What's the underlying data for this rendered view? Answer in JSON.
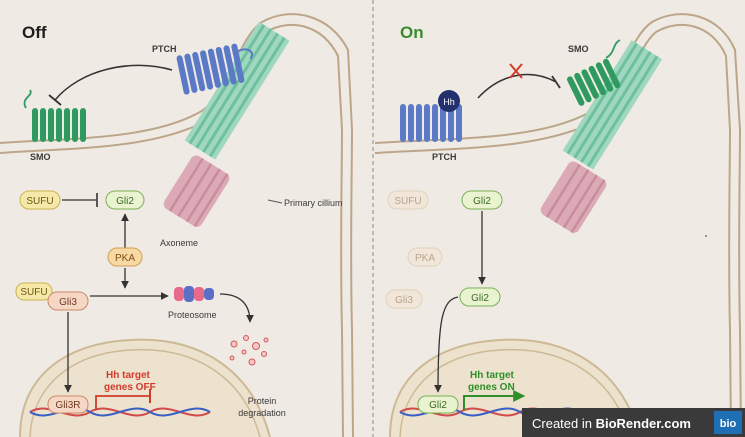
{
  "off_panel": {
    "title": "Off",
    "ptch": "PTCH",
    "smo": "SMO",
    "sufu": "SUFU",
    "gli2": "Gli2",
    "pka": "PKA",
    "sufu2": "SUFU",
    "gli3": "Gli3",
    "gli3r": "Gli3R",
    "axoneme": "Axoneme",
    "primary_cilium": "Primary cillium",
    "proteosome": "Proteosome",
    "target_line1": "Hh target",
    "target_line2": "genes OFF",
    "degradation_line1": "Protein",
    "degradation_line2": "degradation"
  },
  "on_panel": {
    "title": "On",
    "smo": "SMO",
    "hh": "Hh",
    "ptch": "PTCH",
    "sufu": "SUFU",
    "gli2_top": "Gli2",
    "pka": "PKA",
    "gli3": "Gli3",
    "gli2_mid": "Gli2",
    "gli2_dna": "Gli2",
    "target_line1": "Hh target",
    "target_line2": "genes ON"
  },
  "watermark": {
    "prefix": "Created in ",
    "brand": "BioRender.com",
    "logo": "bio"
  },
  "colors": {
    "background": "#efeae3",
    "off_title": "#1e1e1e",
    "on_title": "#3b8a2e",
    "ptch_blue": "#4f6fc0",
    "smo_green": "#2e9a60",
    "axoneme_teal": "#8fd1b6",
    "basal_pink": "#d9a8b5",
    "off_target": "#d23b2b",
    "on_target": "#2f8f2a"
  }
}
